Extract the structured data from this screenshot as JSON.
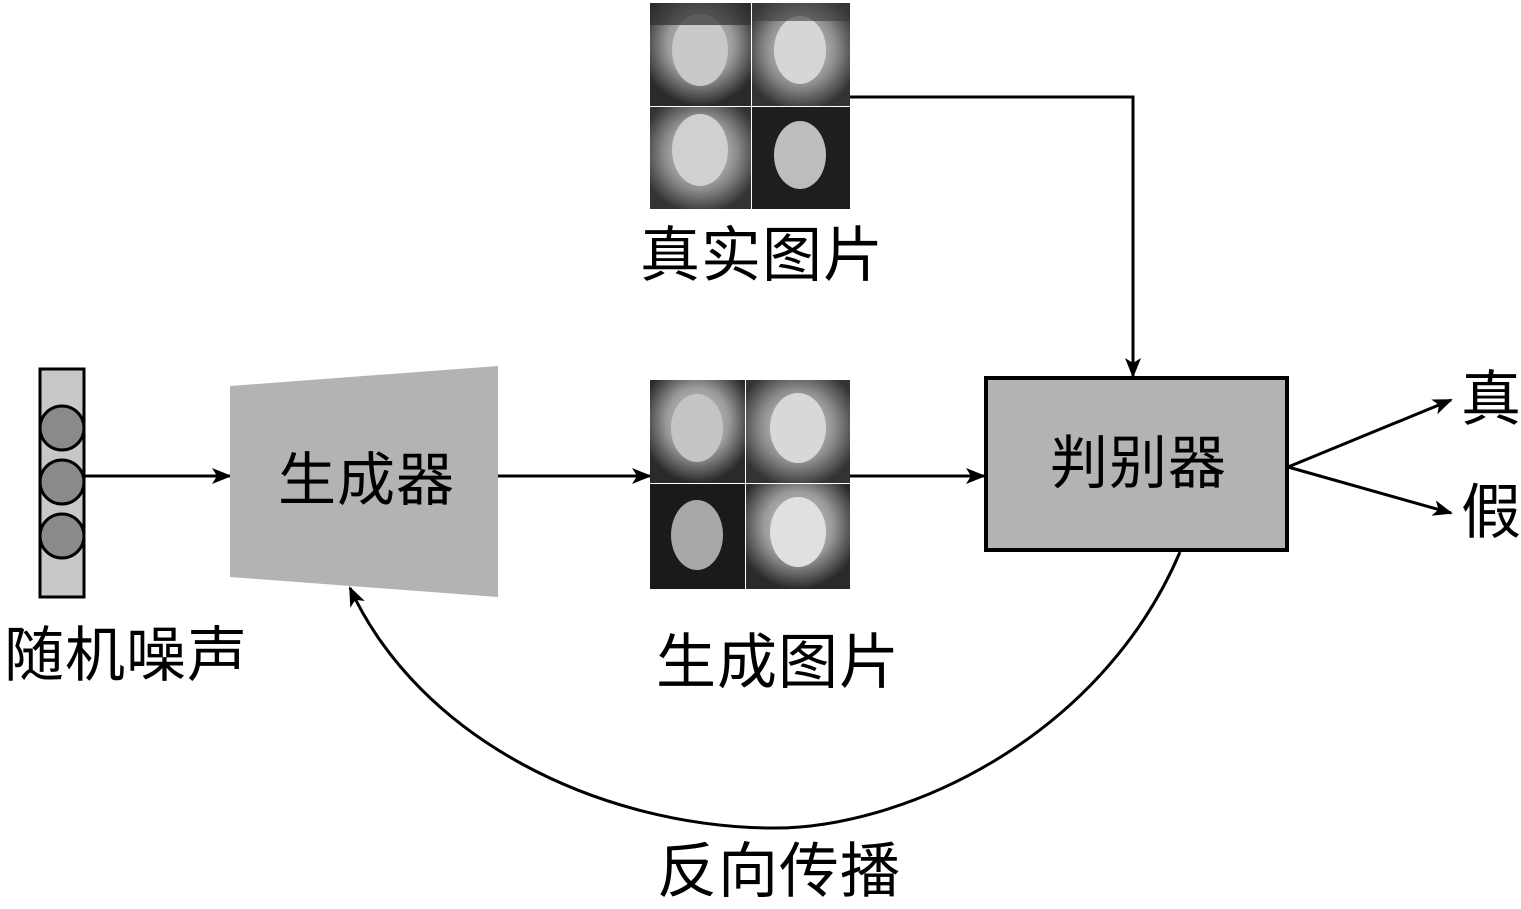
{
  "diagram": {
    "noise_label": "随机噪声",
    "generator_label": "生成器",
    "real_images_label": "真实图片",
    "generated_images_label": "生成图片",
    "discriminator_label": "判别器",
    "output_real_label": "真",
    "output_fake_label": "假",
    "backprop_label": "反向传播"
  },
  "colors": {
    "box_fill": "#b3b3b3",
    "noise_bar_fill": "#c8c8c8",
    "noise_circle_fill": "#8a8a8a",
    "line": "#000000"
  },
  "face_images": {
    "real": [
      "face-photo",
      "face-photo",
      "face-photo",
      "face-photo"
    ],
    "generated": [
      "face-photo",
      "face-photo",
      "face-photo",
      "face-photo"
    ]
  }
}
